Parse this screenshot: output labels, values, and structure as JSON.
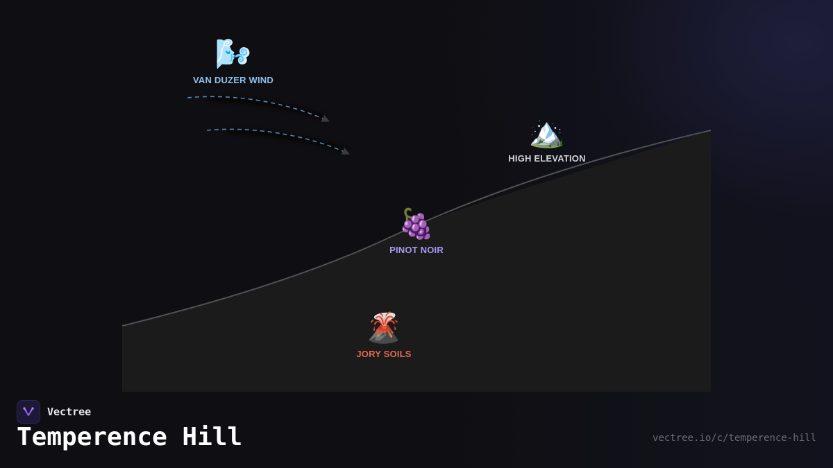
{
  "diagram": {
    "markers": [
      {
        "id": "wind",
        "icon": "wind-face-icon",
        "emoji": "🌬️",
        "label": "VAN DUZER WIND",
        "color": "#8cc0ec"
      },
      {
        "id": "elevation",
        "icon": "snow-capped-mountain-icon",
        "emoji": "🏔️",
        "label": "HIGH ELEVATION",
        "color": "#d2d2d8"
      },
      {
        "id": "pinot",
        "icon": "grapes-icon",
        "emoji": "🍇",
        "label": "PINOT NOIR",
        "color": "#a79af2"
      },
      {
        "id": "soils",
        "icon": "volcano-icon",
        "emoji": "🌋",
        "label": "JORY SOILS",
        "color": "#e46a4e"
      }
    ],
    "colors": {
      "hill_fill": "#1b1b1b",
      "hill_outline": "#505055",
      "wind_arrow": "#5d87ad"
    }
  },
  "brand": {
    "name": "Vectree",
    "icon": "vectree-logo-icon"
  },
  "page": {
    "title": "Temperence Hill",
    "url": "vectree.io/c/temperence-hill"
  }
}
